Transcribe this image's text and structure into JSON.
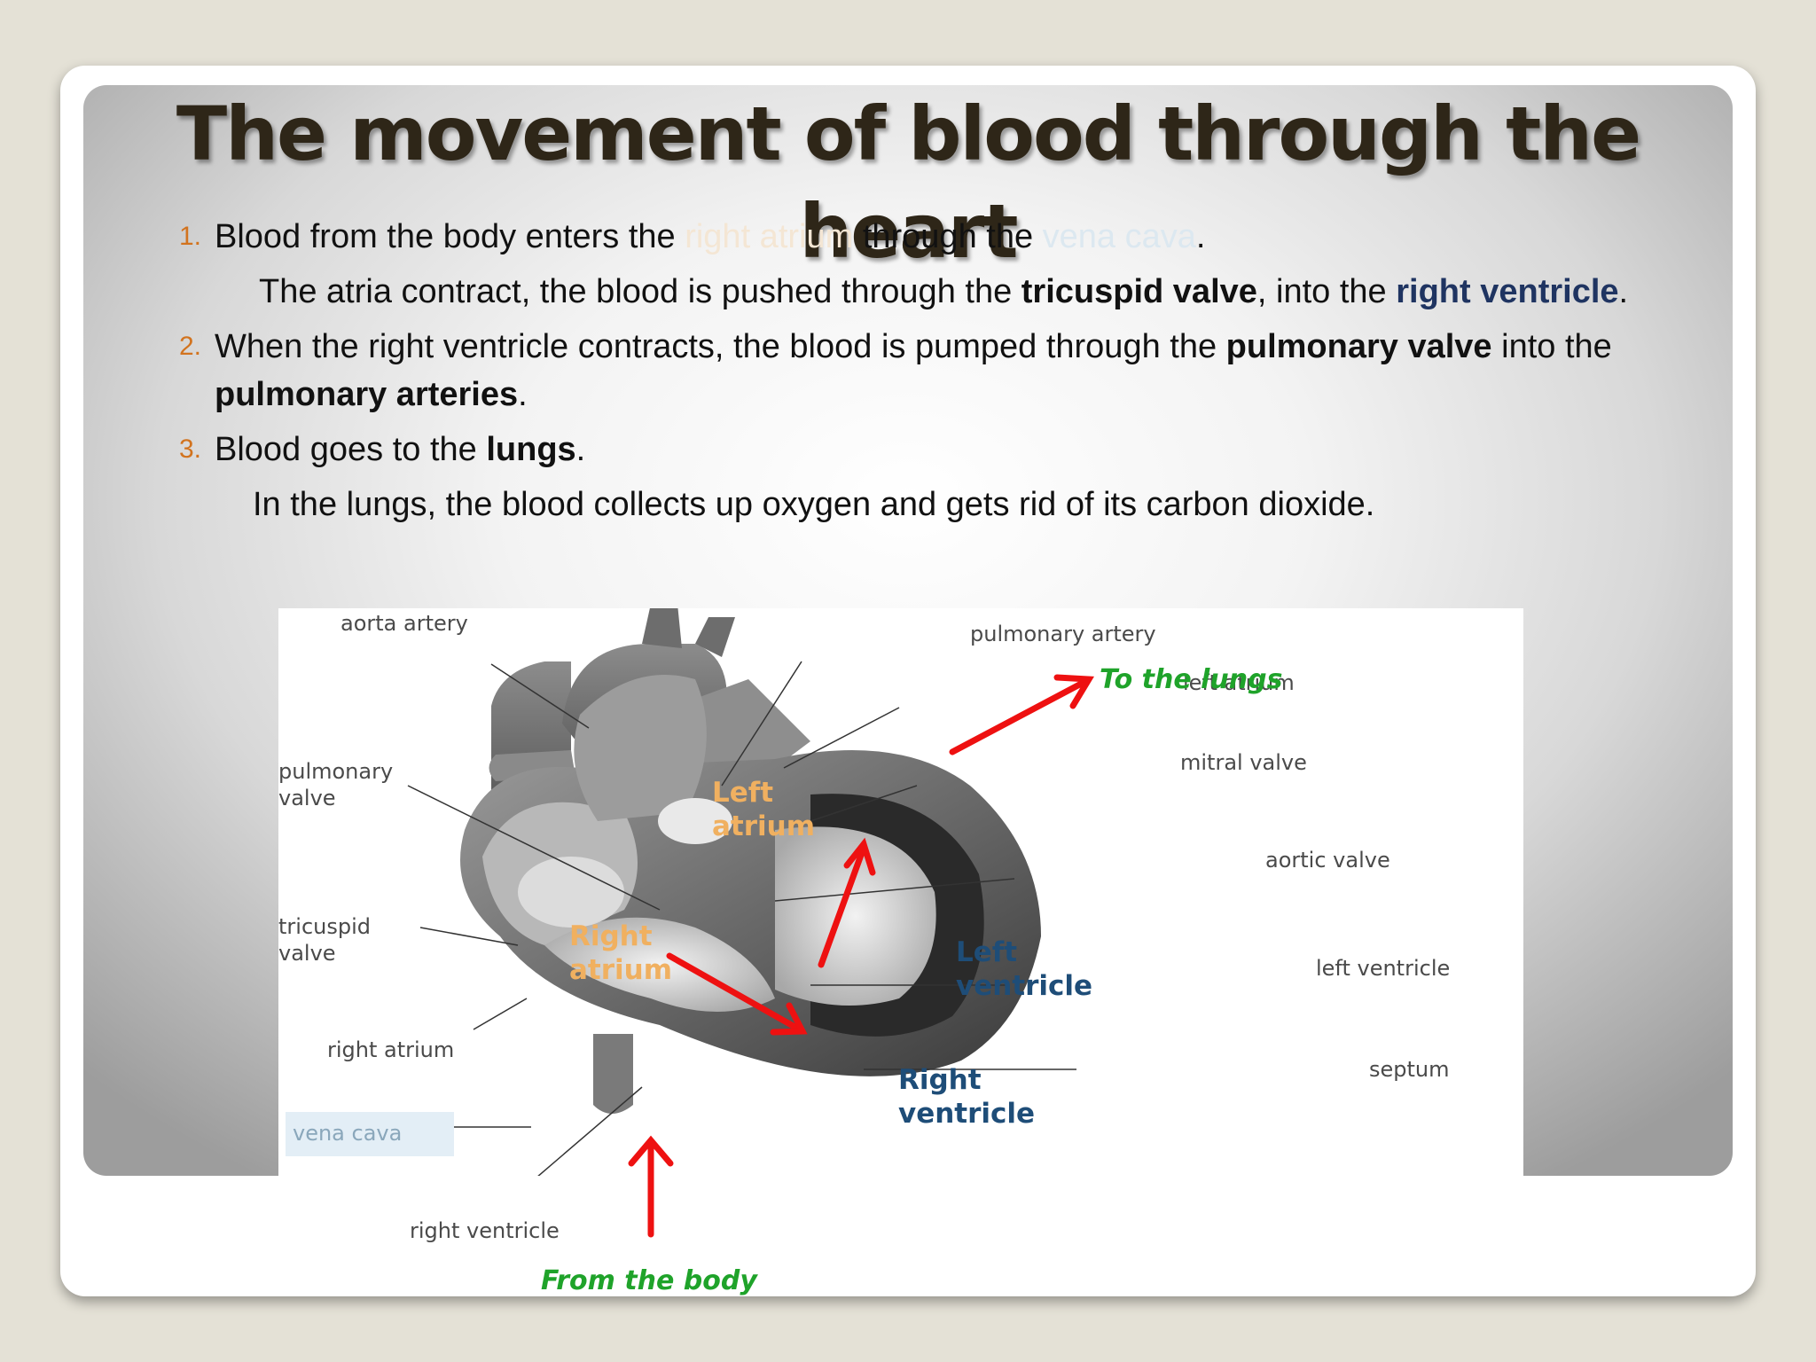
{
  "slide": {
    "title": "The movement of blood through the heart",
    "items": [
      {
        "number": "1.",
        "parts": [
          "Blood from the body enters the ",
          "right atrium",
          " through the ",
          "vena cava",
          "."
        ],
        "sub": [
          "The atria contract, the blood is pushed through the ",
          "tricuspid valve",
          ", into the ",
          "right ventricle",
          "."
        ]
      },
      {
        "number": "2.",
        "parts": [
          "When the right ventricle contracts, the blood is pumped through the ",
          "pulmonary valve",
          " into the ",
          "pulmonary arteries",
          "."
        ]
      },
      {
        "number": "3.",
        "parts": [
          "Blood goes to the ",
          "lungs",
          "."
        ],
        "note": "In the lungs, the blood collects up oxygen and gets rid of its carbon dioxide."
      }
    ]
  },
  "diagram": {
    "labels": {
      "aorta_artery": "aorta artery",
      "pulmonary_artery": "pulmonary artery",
      "left_atrium": "left atrium",
      "mitral_valve": "mitral valve",
      "pulmonary_valve_1": "pulmonary",
      "pulmonary_valve_2": "valve",
      "aortic_valve": "aortic valve",
      "tricuspid_valve_1": "tricuspid",
      "tricuspid_valve_2": "valve",
      "left_ventricle": "left ventricle",
      "right_atrium": "right atrium",
      "septum": "septum",
      "vena_cava": "vena cava",
      "right_ventricle": "right ventricle"
    },
    "overlays": {
      "left_atrium_1": "Left",
      "left_atrium_2": "atrium",
      "right_atrium_1": "Right",
      "right_atrium_2": "atrium",
      "left_ventricle_1": "Left",
      "left_ventricle_2": "ventricle",
      "right_ventricle_1": "Right",
      "right_ventricle_2": "ventricle",
      "to_lungs": "To the lungs",
      "from_body": "From the body"
    },
    "colors": {
      "arrow": "#ee1111",
      "green_text": "#1fa32a",
      "orange_text": "#f0b060",
      "blue_text": "#1e4d78"
    }
  }
}
